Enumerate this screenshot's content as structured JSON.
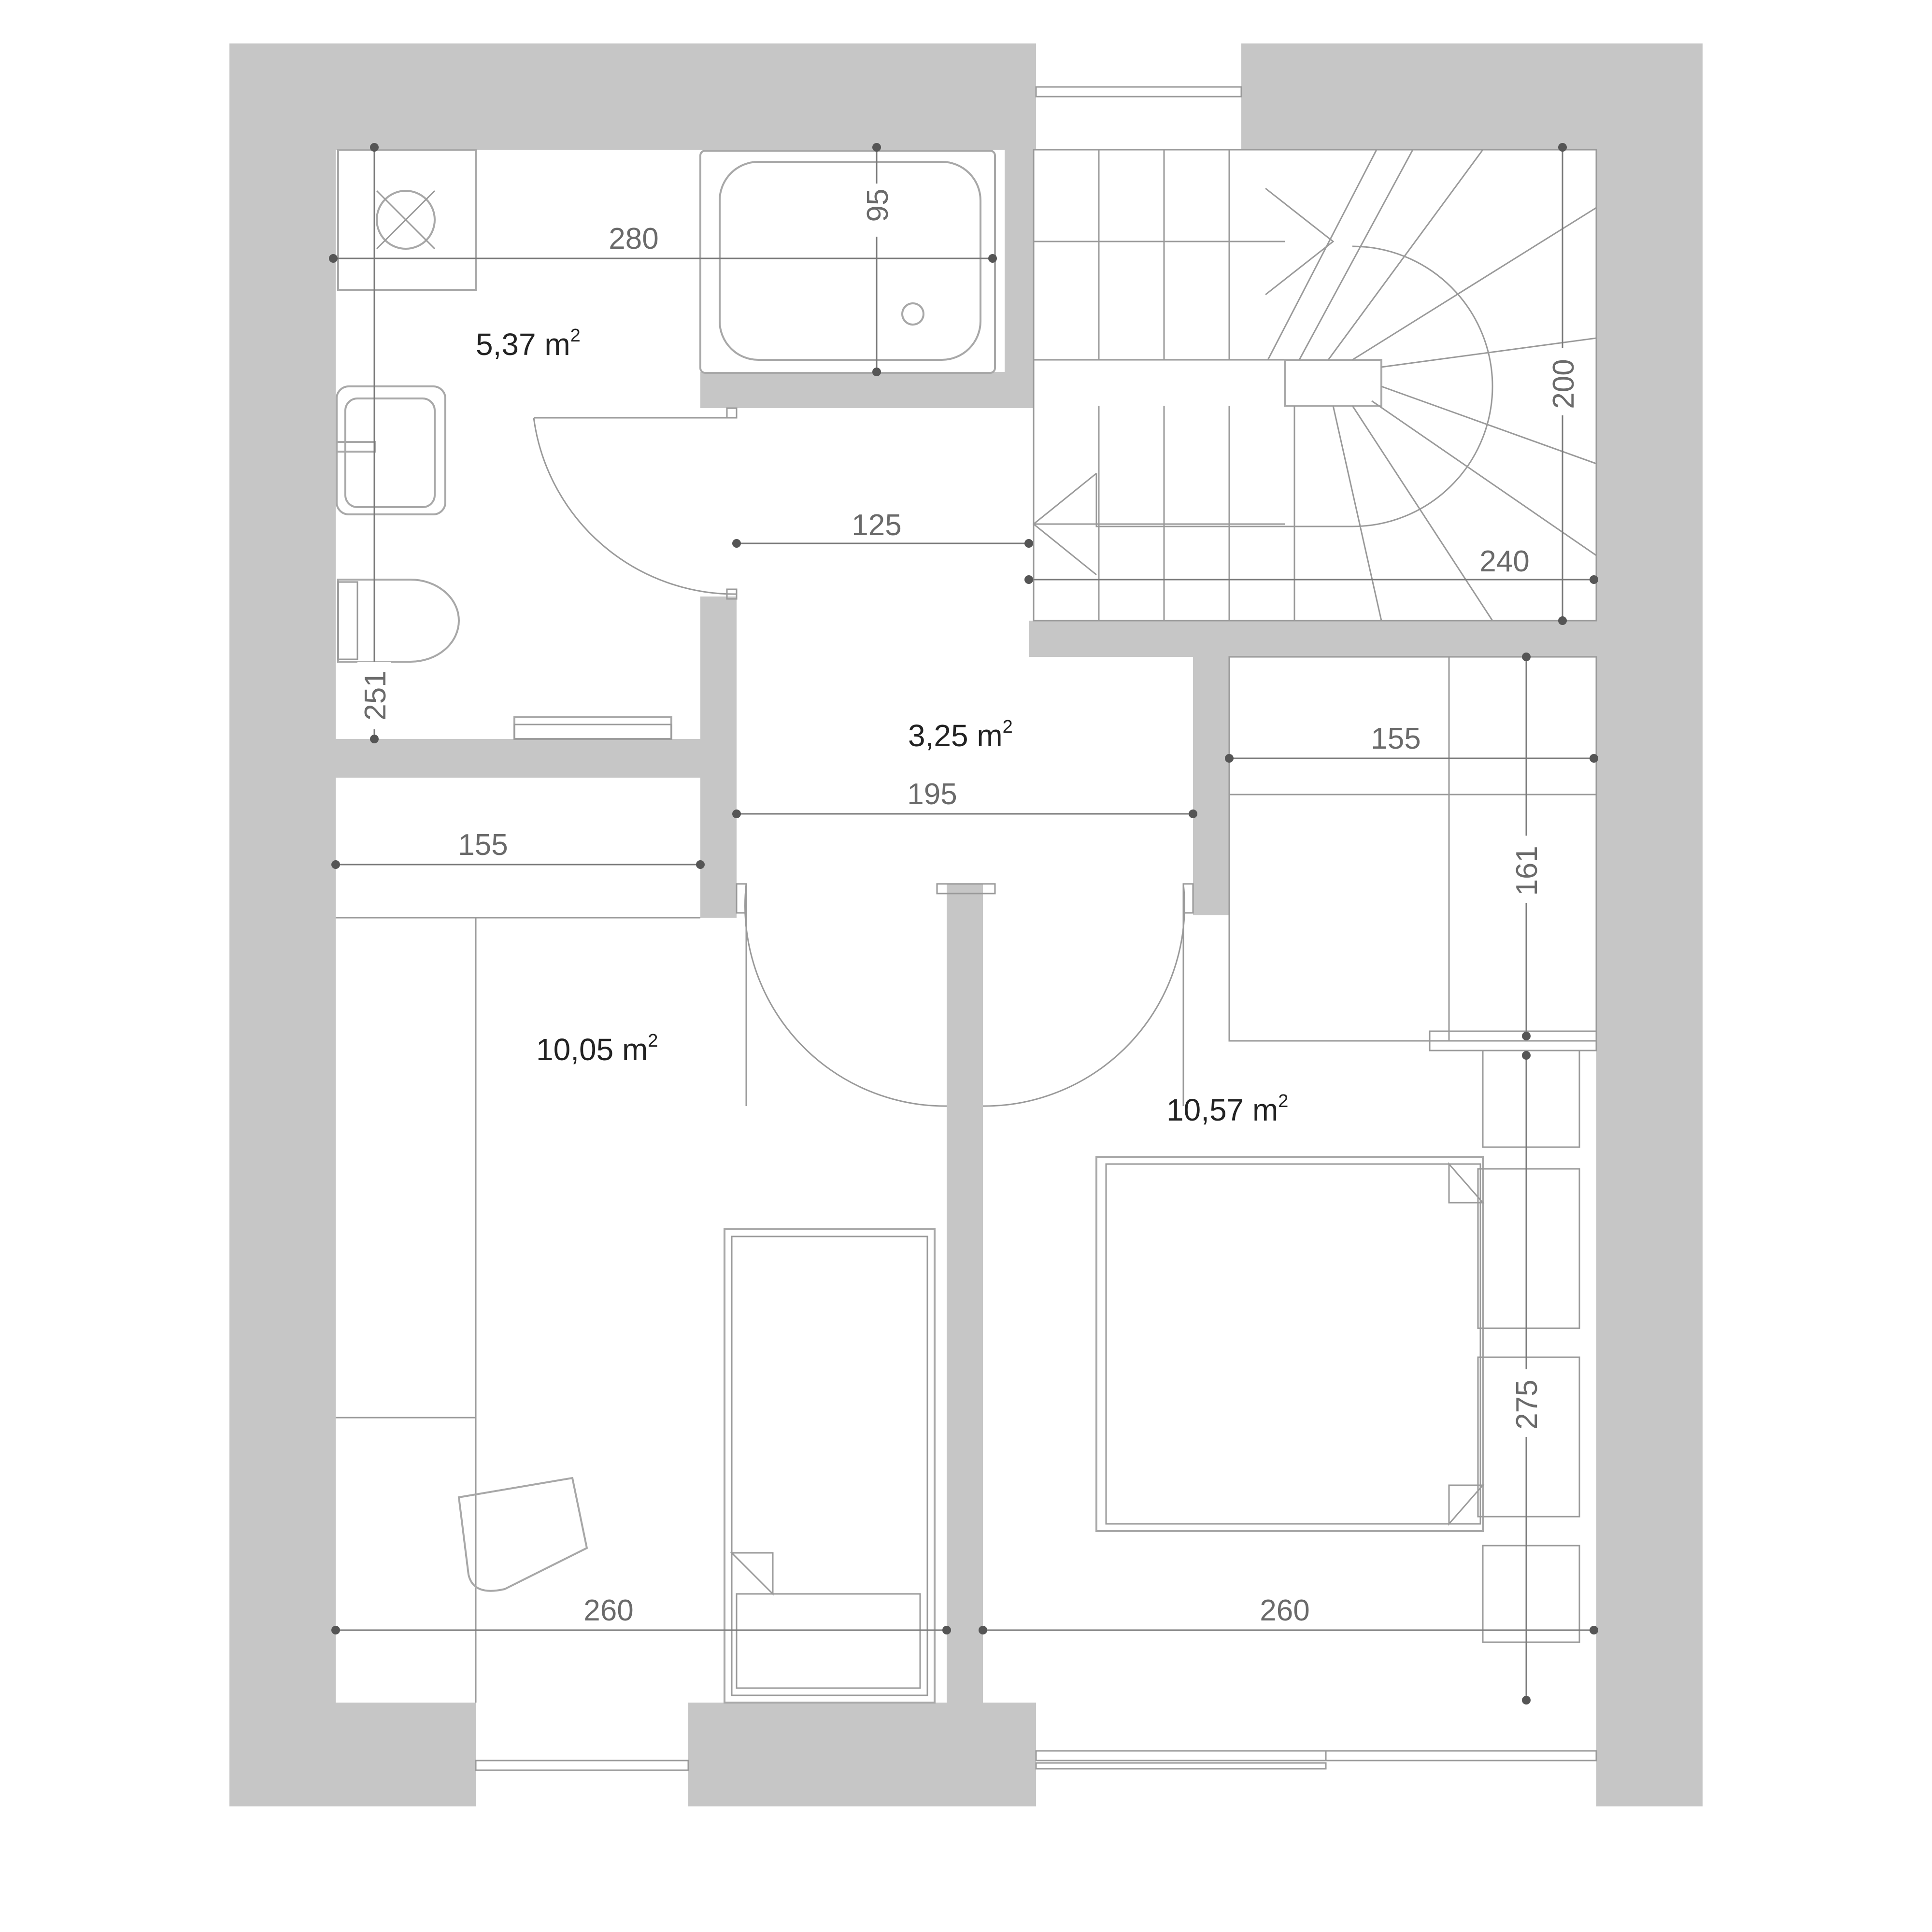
{
  "rooms": {
    "bathroom": {
      "area": "5,37 m",
      "sup": "2"
    },
    "hall": {
      "area": "3,25 m",
      "sup": "2"
    },
    "bedroom_left": {
      "area": "10,05 m",
      "sup": "2"
    },
    "bedroom_right": {
      "area": "10,57 m",
      "sup": "2"
    }
  },
  "dimensions": {
    "bath_width": "280",
    "bathtub_depth": "95",
    "bath_length": "251",
    "hall_upper_width": "125",
    "stair_width": "240",
    "stair_length": "200",
    "hall_lower_width": "195",
    "closet_left_width": "155",
    "closet_right_width": "155",
    "closet_right_depth": "161",
    "bedroom_left_width": "260",
    "bedroom_right_width": "260",
    "bedroom_right_depth": "275"
  }
}
